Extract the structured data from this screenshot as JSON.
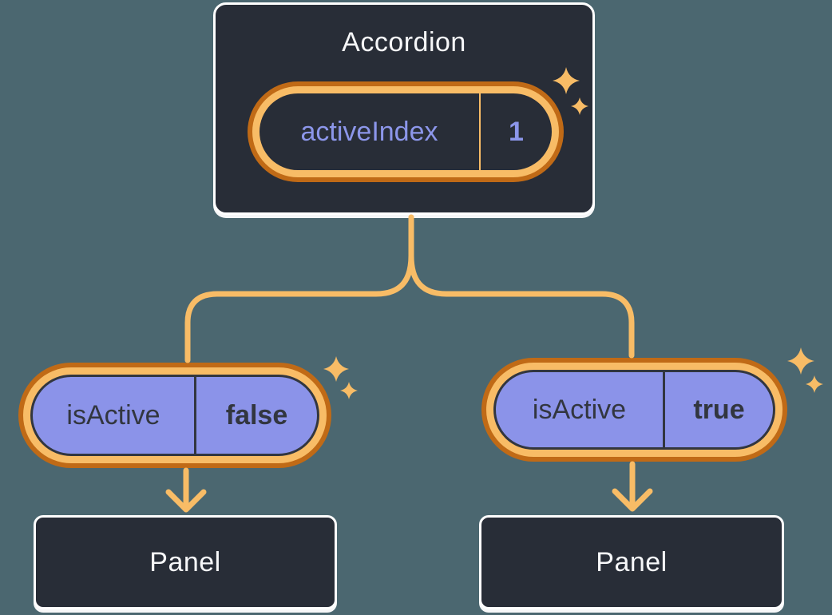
{
  "diagram": {
    "description": "React component tree showing lifted state: Accordion holds activeIndex, children receive isActive, each renders a Panel"
  },
  "root_component": {
    "title": "Accordion",
    "prop_label": "activeIndex",
    "prop_value": "1"
  },
  "children": [
    {
      "prop_label": "isActive",
      "prop_value": "false",
      "panel_label": "Panel"
    },
    {
      "prop_label": "isActive",
      "prop_value": "true",
      "panel_label": "Panel"
    }
  ],
  "icons": {
    "sparkle": "sparkle-icon"
  },
  "colors": {
    "background": "#4B6770",
    "node_fill": "#282D37",
    "node_border": "#FFFFFF",
    "highlight_ring_outer": "#C06A16",
    "highlight_ring_inner": "#F8BC66",
    "connector": "#F8BC66",
    "pill_purple": "#8B93E9",
    "text_light": "#F6F7F9",
    "text_purple": "#8C96EA",
    "text_dark": "#32363F"
  }
}
